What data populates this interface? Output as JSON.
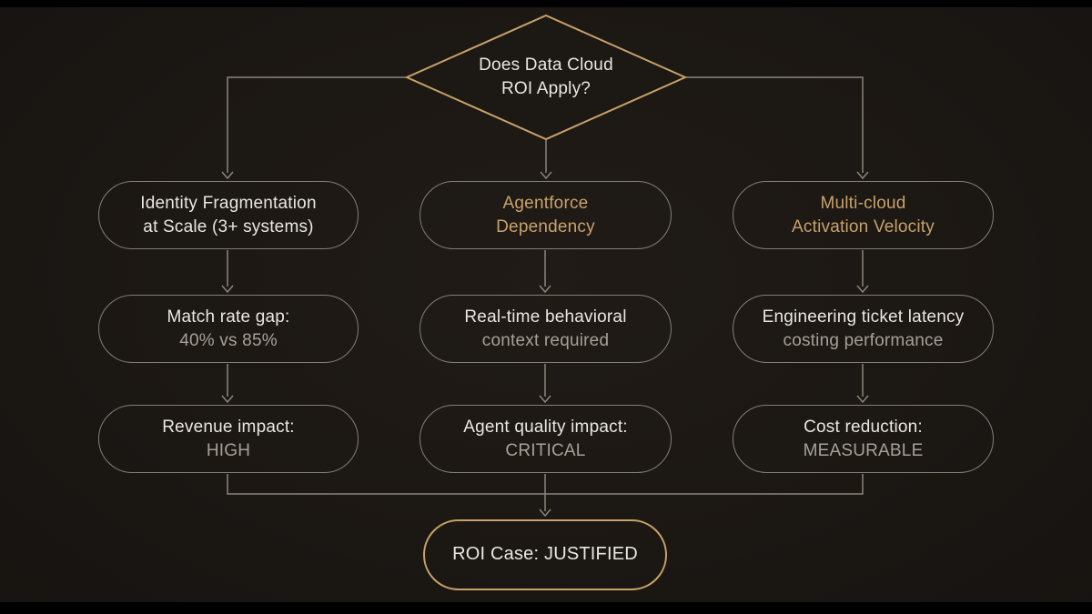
{
  "colors": {
    "background": "#1c1814",
    "accent_gold": "#c8a269",
    "connector_gray": "#8a867d",
    "text_primary": "#e9e7e2",
    "text_secondary": "#a5a199"
  },
  "decision": {
    "line1": "Does Data Cloud",
    "line2": "ROI Apply?"
  },
  "columns": [
    {
      "header": {
        "line1": "Identity Fragmentation",
        "line2": "at Scale (3+ systems)"
      },
      "metric": {
        "line1": "Match rate gap:",
        "line2": "40% vs 85%"
      },
      "impact": {
        "line1": "Revenue impact:",
        "line2": "HIGH"
      }
    },
    {
      "header": {
        "line1": "Agentforce",
        "line2": "Dependency"
      },
      "metric": {
        "line1": "Real-time behavioral",
        "line2": "context required"
      },
      "impact": {
        "line1": "Agent quality impact:",
        "line2": "CRITICAL"
      }
    },
    {
      "header": {
        "line1": "Multi-cloud",
        "line2": "Activation Velocity"
      },
      "metric": {
        "line1": "Engineering ticket latency",
        "line2": "costing performance"
      },
      "impact": {
        "line1": "Cost reduction:",
        "line2": "MEASURABLE"
      }
    }
  ],
  "result": {
    "label": "ROI Case: JUSTIFIED"
  }
}
